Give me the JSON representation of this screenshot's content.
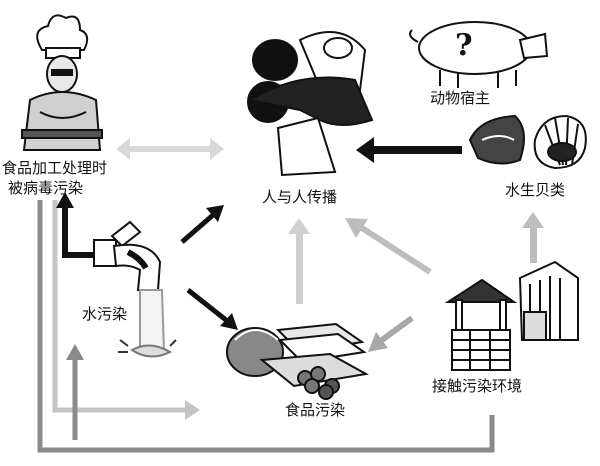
{
  "nodes": {
    "food_handler": {
      "line1": "食品加工处理时",
      "line2": "被病毒污染",
      "icon": "chef-icon"
    },
    "human": {
      "label": "人与人传播",
      "icon": "people-icon"
    },
    "animal_host": {
      "label": "动物宿主",
      "icon": "pig-icon",
      "question_mark": "?"
    },
    "shellfish": {
      "label": "水生贝类",
      "icon": "shellfish-icon"
    },
    "water": {
      "label": "水污染",
      "icon": "faucet-icon"
    },
    "food": {
      "label": "食品污染",
      "icon": "food-icon"
    },
    "environment": {
      "label": "接触污染环境",
      "icon": "well-icon"
    }
  },
  "colors": {
    "arrow_black": "#111111",
    "arrow_gray": "#bbbbbb",
    "arrow_dark_gray": "#888888",
    "ink": "#111111"
  }
}
